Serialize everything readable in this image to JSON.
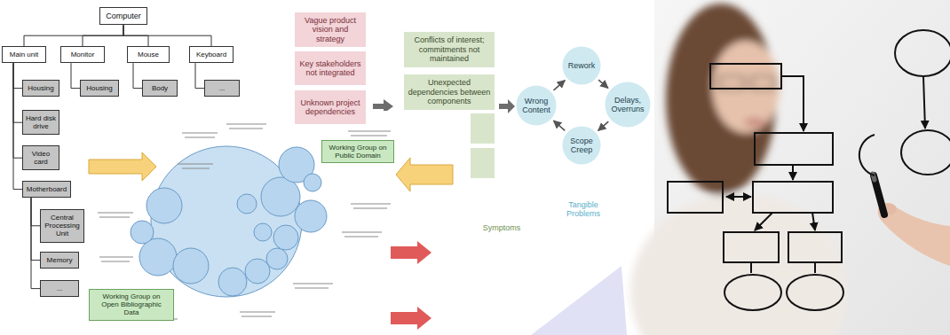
{
  "diagram": {
    "nodes": [
      {
        "text": [
          "Computer"
        ]
      },
      {
        "text": [
          "Main unit"
        ]
      },
      {
        "text": [
          "Housing"
        ]
      },
      {
        "text": [
          "Hard disk drive"
        ]
      },
      {
        "text": [
          "Video card"
        ]
      },
      {
        "text": [
          "Motherboard"
        ]
      },
      {
        "text": [
          "Central Processing Unit"
        ]
      },
      {
        "text": [
          "Memory"
        ]
      },
      {
        "text": [
          "..."
        ]
      },
      {
        "text": [
          "Monitor"
        ]
      },
      {
        "text": [
          "Housing"
        ]
      },
      {
        "text": [
          "Mouse"
        ]
      },
      {
        "text": [
          "Body"
        ]
      },
      {
        "text": [
          "Keyboard"
        ]
      },
      {
        "text": [
          "..."
        ]
      },
      {
        "text": [
          "Vague product vision and strategy"
        ]
      },
      {
        "text": [
          "Key stakeholders not integrated"
        ]
      },
      {
        "text": [
          "Unknown project dependencies"
        ]
      },
      {
        "text": [
          "Conflicts of interest; commitments not maintained"
        ]
      },
      {
        "text": [
          "Unexpected dependencies between components"
        ]
      },
      {
        "text": [
          "Rework"
        ]
      },
      {
        "text": [
          "Delays, Overruns"
        ]
      },
      {
        "text": [
          "Scope Creep"
        ]
      },
      {
        "text": [
          "Wrong Content"
        ]
      },
      {
        "text": [
          "Working Group on Public Domain"
        ]
      },
      {
        "text": [
          "Working Group on Open Bibliographic Data"
        ]
      }
    ],
    "edges": [
      {
        "from": 0,
        "to": 1,
        "arrow": "none"
      },
      {
        "from": 0,
        "to": 9,
        "arrow": "none"
      },
      {
        "from": 0,
        "to": 11,
        "arrow": "none"
      },
      {
        "from": 0,
        "to": 13,
        "arrow": "none"
      },
      {
        "from": 1,
        "to": 2,
        "arrow": "none"
      },
      {
        "from": 1,
        "to": 3,
        "arrow": "none"
      },
      {
        "from": 1,
        "to": 4,
        "arrow": "none"
      },
      {
        "from": 1,
        "to": 5,
        "arrow": "none"
      },
      {
        "from": 5,
        "to": 6,
        "arrow": "none"
      },
      {
        "from": 5,
        "to": 7,
        "arrow": "none"
      },
      {
        "from": 5,
        "to": 8,
        "arrow": "none"
      },
      {
        "from": 9,
        "to": 10,
        "arrow": "none"
      },
      {
        "from": 11,
        "to": 12,
        "arrow": "none"
      },
      {
        "from": 13,
        "to": 14,
        "arrow": "none"
      },
      {
        "from": 20,
        "to": 21,
        "arrow": "to"
      },
      {
        "from": 21,
        "to": 22,
        "arrow": "to"
      },
      {
        "from": 22,
        "to": 23,
        "arrow": "to"
      },
      {
        "from": 23,
        "to": 20,
        "arrow": "to"
      }
    ],
    "labels": [
      "Tangible Problems",
      "Symptoms"
    ]
  }
}
